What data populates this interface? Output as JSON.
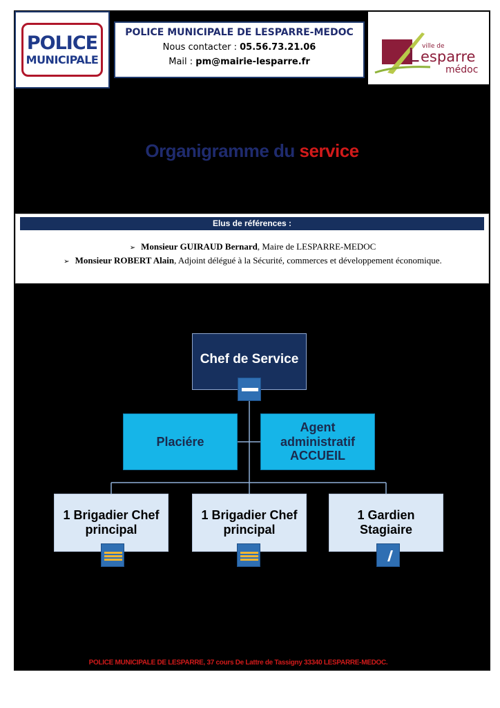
{
  "header": {
    "police_logo": {
      "line1": "POLICE",
      "line2": "MUNICIPALE"
    },
    "title": "POLICE MUNICIPALE DE LESPARRE-MEDOC",
    "contact_prefix": "Nous contacter : ",
    "contact_phone": "05.56.73.21.06",
    "mail_prefix": "Mail : ",
    "mail_address": "pm@mairie-lesparre.fr",
    "ville_logo": {
      "small": "ville de",
      "name": "esparre",
      "initial": "L",
      "sub": "médoc"
    }
  },
  "page_title": {
    "part1": "Organigramme du ",
    "part2": "service"
  },
  "elus": {
    "heading": "Elus de références :",
    "items": [
      {
        "name": "Monsieur GUIRAUD Bernard",
        "role": ", Maire de LESPARRE-MEDOC"
      },
      {
        "name": "Monsieur ROBERT Alain",
        "role": ", Adjoint délégué à la Sécurité, commerces et développement économique."
      }
    ]
  },
  "org": {
    "chef": "Chef de Service",
    "placiere": "Placiére",
    "agent": [
      "Agent",
      "administratif",
      "ACCUEIL"
    ],
    "brigadier1": [
      "1 Brigadier Chef",
      "principal"
    ],
    "brigadier2": [
      "1 Brigadier Chef",
      "principal"
    ],
    "gardien": [
      "1 Gardien",
      "Stagiaire"
    ]
  },
  "icons": {
    "chef": "grade-insignia-icon",
    "brigadier": "brigadier-chef-insignia-icon",
    "gardien": "gardien-insignia-icon"
  },
  "colors": {
    "navy": "#17305e",
    "cyan": "#16b5e8",
    "light_box": "#dbe8f6",
    "red": "#d11a1a",
    "background": "#000000"
  },
  "footer": "POLICE MUNICIPALE DE LESPARRE, 37 cours De Lattre de Tassigny 33340 LESPARRE-MEDOC."
}
